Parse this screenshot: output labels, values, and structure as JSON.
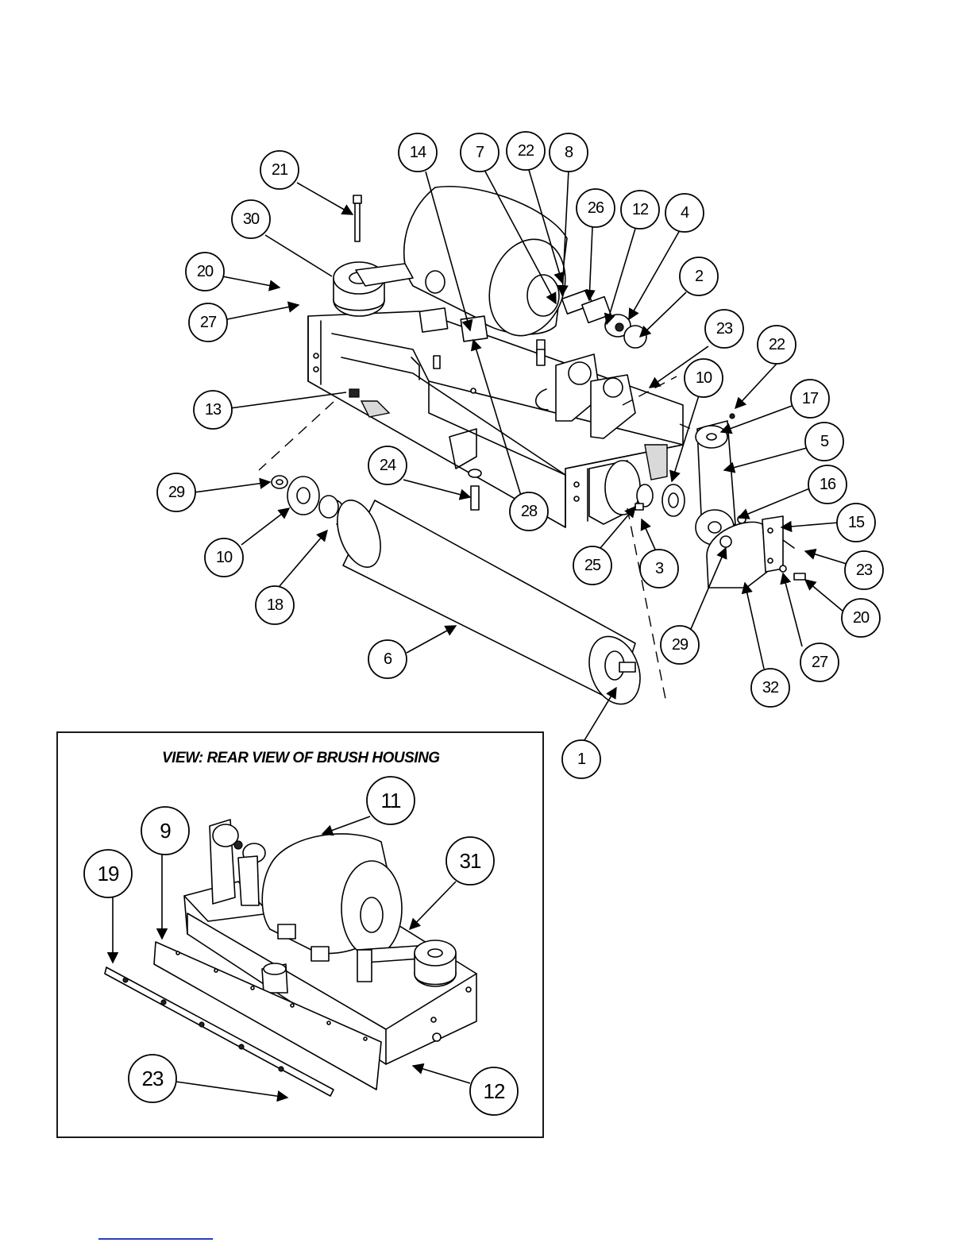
{
  "inset": {
    "title": "VIEW: REAR VIEW OF BRUSH HOUSING"
  },
  "callouts_main": [
    "21",
    "30",
    "20",
    "27",
    "13",
    "29",
    "10",
    "18",
    "6",
    "14",
    "7",
    "22",
    "8",
    "26",
    "12",
    "4",
    "2",
    "23",
    "22",
    "10",
    "17",
    "5",
    "16",
    "15",
    "23",
    "20",
    "27",
    "32",
    "29",
    "3",
    "25",
    "24",
    "28",
    "1"
  ],
  "callouts_inset": [
    "11",
    "9",
    "19",
    "31",
    "23",
    "12"
  ]
}
